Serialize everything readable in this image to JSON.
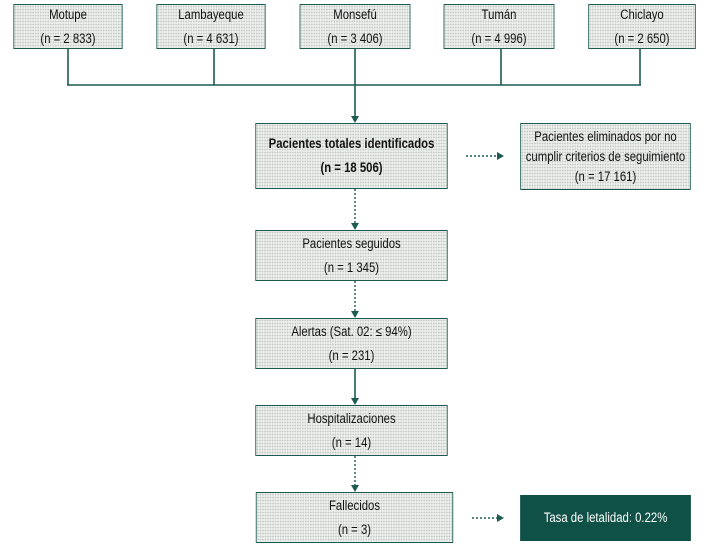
{
  "sources": [
    {
      "name": "Motupe",
      "n": "(n = 2 833)"
    },
    {
      "name": "Lambayeque",
      "n": "(n = 4 631)"
    },
    {
      "name": "Monsefú",
      "n": "(n = 3 406)"
    },
    {
      "name": "Tumán",
      "n": "(n = 4 996)"
    },
    {
      "name": "Chiclayo",
      "n": "(n = 2 650)"
    }
  ],
  "total": {
    "label": "Pacientes totales identificados",
    "n": "(n = 18 506)"
  },
  "excluded": {
    "line1": "Pacientes eliminados por no",
    "line2": "cumplir criterios de seguimiento",
    "n": "(n = 17 161)"
  },
  "followed": {
    "label": "Pacientes seguidos",
    "n": "(n = 1 345)"
  },
  "alerts": {
    "label": "Alertas (Sat. 02: ≤ 94%)",
    "n": "(n = 231)"
  },
  "hospital": {
    "label": "Hospitalizaciones",
    "n": "(n = 14)"
  },
  "deaths": {
    "label": "Fallecidos",
    "n": "(n = 3)"
  },
  "lethality": {
    "label": "Tasa de letalidad: 0.22%"
  },
  "colors": {
    "border": "#1d5b52",
    "accent": "#0f5146",
    "fill": "#eef0ee"
  }
}
